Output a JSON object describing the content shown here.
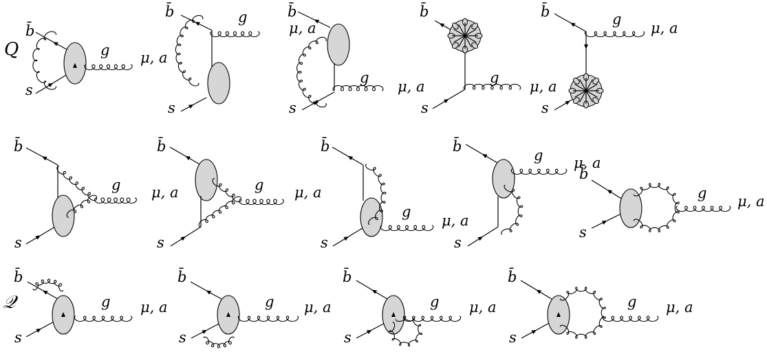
{
  "row_labels": {
    "row1": "Q",
    "row3": "𝒬"
  },
  "labels": {
    "bbar": "b̄",
    "s": "s",
    "g": "g",
    "mu_a": "μ, a"
  },
  "diagrams": [
    {
      "id": "d1",
      "row": 1,
      "col": 1
    },
    {
      "id": "d2",
      "row": 1,
      "col": 2
    },
    {
      "id": "d3",
      "row": 1,
      "col": 3
    },
    {
      "id": "d4",
      "row": 1,
      "col": 4
    },
    {
      "id": "d5",
      "row": 1,
      "col": 5
    },
    {
      "id": "d6",
      "row": 2,
      "col": 1
    },
    {
      "id": "d7",
      "row": 2,
      "col": 2
    },
    {
      "id": "d8",
      "row": 2,
      "col": 3
    },
    {
      "id": "d9",
      "row": 2,
      "col": 4
    },
    {
      "id": "d10",
      "row": 2,
      "col": 5
    },
    {
      "id": "d11",
      "row": 3,
      "col": 1
    },
    {
      "id": "d12",
      "row": 3,
      "col": 2
    },
    {
      "id": "d13",
      "row": 3,
      "col": 3
    },
    {
      "id": "d14",
      "row": 3,
      "col": 4
    }
  ],
  "colors": {
    "line": "#000000",
    "blob_fill": "#d6d6d6",
    "background": "#ffffff"
  }
}
